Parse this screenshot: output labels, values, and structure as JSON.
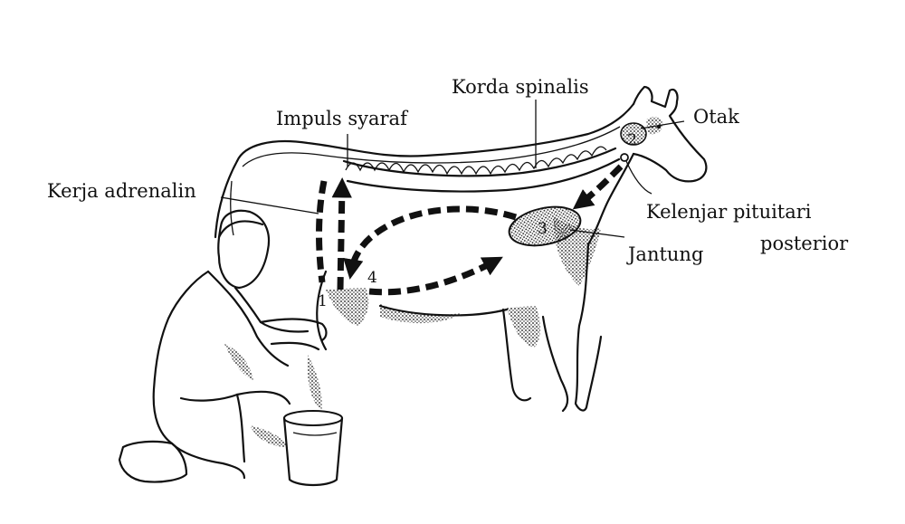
{
  "labels": {
    "spinal_cord": "Korda spinalis",
    "nerve_impulse": "Impuls syaraf",
    "brain": "Otak",
    "adrenaline": "Kerja adrenalin",
    "pituitary_line1": "Kelenjar pituitari",
    "pituitary_line2": "posterior",
    "heart": "Jantung"
  },
  "steps": {
    "one": "1",
    "two": "2",
    "three": "3",
    "four": "4"
  }
}
